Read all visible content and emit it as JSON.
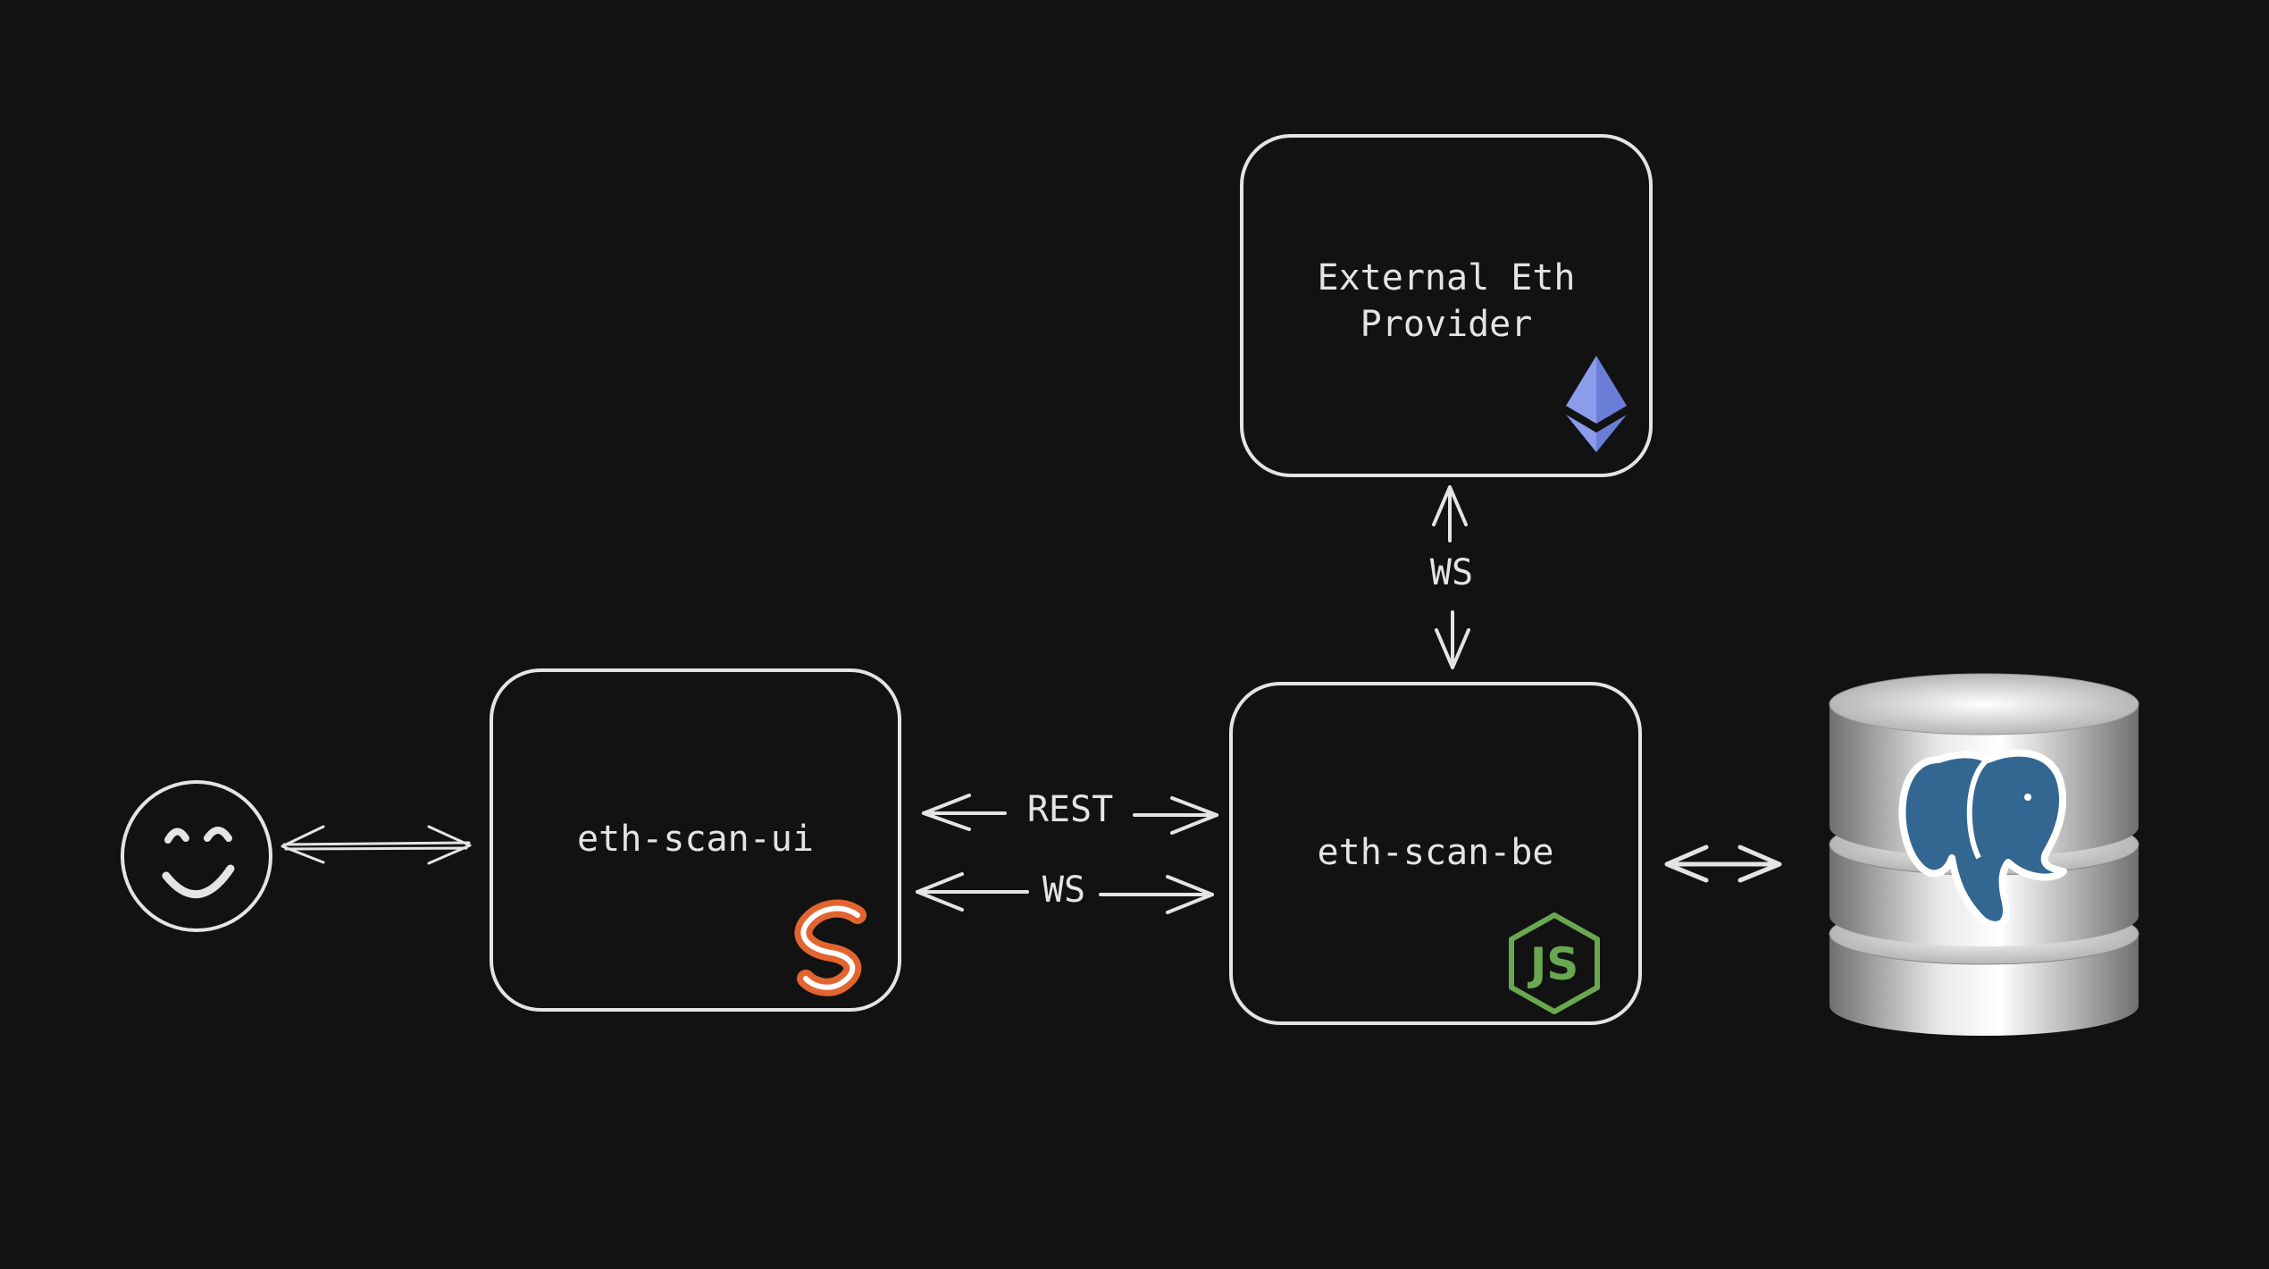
{
  "nodes": {
    "external_provider": {
      "line1": "External Eth",
      "line2": "Provider"
    },
    "ui": {
      "label": "eth-scan-ui"
    },
    "backend": {
      "label": "eth-scan-be"
    }
  },
  "edges": {
    "provider_backend": "WS",
    "ui_backend_rest": "REST",
    "ui_backend_ws": "WS"
  },
  "icons": {
    "user": "smiley-face-icon",
    "ui_tech": "svelte-logo-icon",
    "backend_tech": "nodejs-logo-icon",
    "provider_tech": "ethereum-logo-icon",
    "database": "postgresql-database-icon"
  },
  "colors": {
    "background": "#121212",
    "stroke": "#e4e4e4",
    "svelte": "#e2652f",
    "nodejs": "#6aa84f",
    "ethereum": "#7b8de0",
    "postgres": "#336791"
  }
}
